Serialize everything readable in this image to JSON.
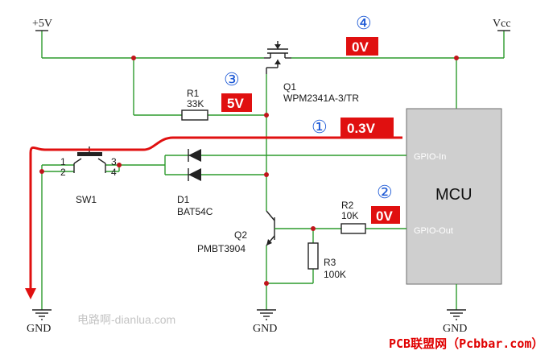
{
  "colors": {
    "wire": "#2d9b2d",
    "component": "#222222",
    "junction": "#c0151b",
    "current_arrow": "#e01010",
    "badge_bg": "#e01010",
    "step_number": "#1f5bd6",
    "mcu_fill": "#cfcfcf"
  },
  "rails": {
    "plus5v": "+5V",
    "vcc": "Vcc"
  },
  "grounds": {
    "left": "GND",
    "center": "GND",
    "right": "GND"
  },
  "components": {
    "q1": {
      "ref": "Q1",
      "part": "WPM2341A-3/TR"
    },
    "r1": {
      "ref": "R1",
      "value": "33K"
    },
    "sw1": {
      "ref": "SW1",
      "pins": [
        "1",
        "2",
        "3",
        "4"
      ]
    },
    "d1": {
      "ref": "D1",
      "part": "BAT54C"
    },
    "q2": {
      "ref": "Q2",
      "part": "PMBT3904"
    },
    "r2": {
      "ref": "R2",
      "value": "10K"
    },
    "r3": {
      "ref": "R3",
      "value": "100K"
    }
  },
  "mcu": {
    "label": "MCU",
    "pin_in": "GPIO-In",
    "pin_out": "GPIO-Out"
  },
  "annotations": [
    {
      "number": "①",
      "value": "0.3V"
    },
    {
      "number": "②",
      "value": "0V"
    },
    {
      "number": "③",
      "value": "5V"
    },
    {
      "number": "④",
      "value": "0V"
    }
  ],
  "watermark": "电路啊-dianlua.com",
  "brand": "PCB联盟网（Pcbbar.com）"
}
